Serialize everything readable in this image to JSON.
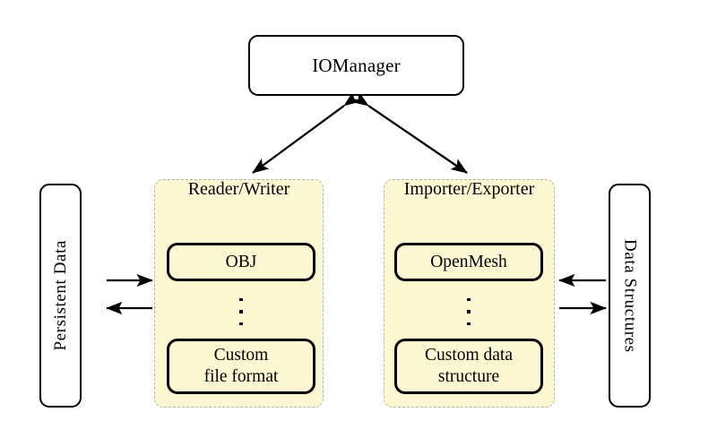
{
  "diagram": {
    "title_box": {
      "label": "IOManager",
      "shape": "rounded-rect"
    },
    "left_endpoint": {
      "label": "Persistent Data",
      "orientation": "vertical-bottom-to-top"
    },
    "right_endpoint": {
      "label": "Data Structures",
      "orientation": "vertical-top-to-bottom"
    },
    "panels": [
      {
        "id": "reader-writer",
        "label": "Reader/Writer",
        "items": [
          {
            "label": "OBJ"
          },
          {
            "label": "Custom\nfile format"
          }
        ],
        "ellipsis": "⋮"
      },
      {
        "id": "importer-exporter",
        "label": "Importer/Exporter",
        "items": [
          {
            "label": "OpenMesh"
          },
          {
            "label": "Custom data\nstructure"
          }
        ],
        "ellipsis": "⋮"
      }
    ],
    "connectors": [
      {
        "id": "manager-to-reader-writer",
        "style": "double-headed-arrow",
        "from": "IOManager",
        "to": "Reader/Writer"
      },
      {
        "id": "manager-to-importer-exporter",
        "style": "double-headed-arrow",
        "from": "IOManager",
        "to": "Importer/Exporter"
      },
      {
        "id": "persistent-data-to-reader-writer",
        "style": "arrow",
        "direction": "right",
        "from": "Persistent Data",
        "to": "Reader/Writer"
      },
      {
        "id": "reader-writer-to-persistent-data",
        "style": "arrow",
        "direction": "left",
        "from": "Reader/Writer",
        "to": "Persistent Data"
      },
      {
        "id": "data-structures-to-importer-exporter",
        "style": "arrow",
        "direction": "left",
        "from": "Data Structures",
        "to": "Importer/Exporter"
      },
      {
        "id": "importer-exporter-to-data-structures",
        "style": "arrow",
        "direction": "right",
        "from": "Importer/Exporter",
        "to": "Data Structures"
      }
    ],
    "colors": {
      "panel_fill": "#fbf8d2",
      "panel_border": "#b3b3a6",
      "box_border": "#000000",
      "box_fill": "#ffffff",
      "background": "#ffffff",
      "connector": "#000000"
    }
  }
}
